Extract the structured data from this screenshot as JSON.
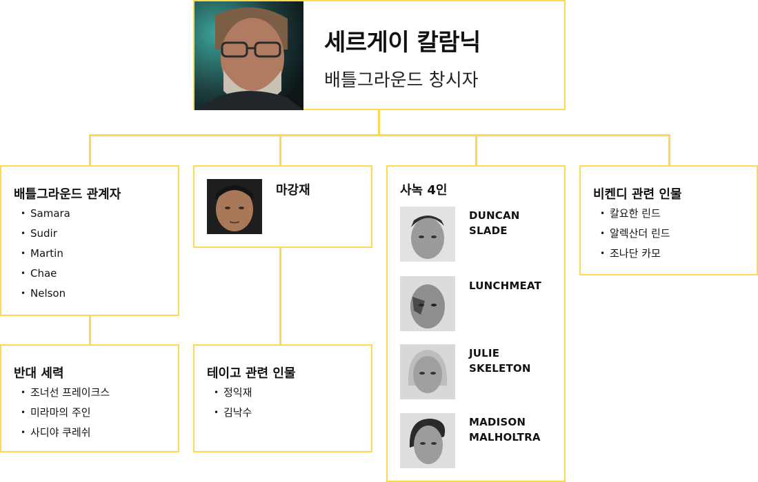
{
  "root": {
    "name": "세르게이 칼람닉",
    "role": "배틀그라운드 창시자",
    "portrait": "bearded-man-glasses-portrait"
  },
  "pubg_people": {
    "title": "배틀그라운드 관계자",
    "items": [
      "Samara",
      "Sudir",
      "Martin",
      "Chae",
      "Nelson"
    ]
  },
  "opposition": {
    "title": "반대 세력",
    "items": [
      "조너선 프레이크스",
      "미라마의 주인",
      "사디야 쿠레쉬"
    ]
  },
  "magangjae": {
    "title": "마강재",
    "portrait": "magangjae-face"
  },
  "taego": {
    "title": "테이고 관련 인물",
    "items": [
      "정익재",
      "김낙수"
    ]
  },
  "four": {
    "title": "사녹 4인",
    "members": [
      {
        "name": "DUNCAN\nSLADE",
        "portrait": "duncan-slade-face"
      },
      {
        "name": "LUNCHMEAT",
        "portrait": "lunchmeat-face"
      },
      {
        "name": "JULIE\nSKELETON",
        "portrait": "julie-skeleton-face"
      },
      {
        "name": "MADISON\nMALHOLTRA",
        "portrait": "madison-malholtra-face"
      }
    ]
  },
  "vikendi": {
    "title": "비켄디 관련 인물",
    "items": [
      "칼요한 린드",
      "알렉산더 린드",
      "조나단 카모"
    ]
  },
  "colors": {
    "connector": "#fcd94f",
    "text": "#111111"
  }
}
